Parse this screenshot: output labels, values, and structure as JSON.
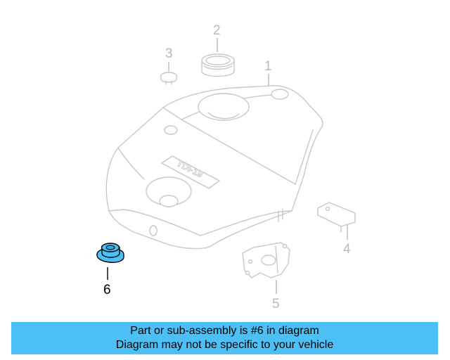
{
  "diagram": {
    "callouts": {
      "c1": "1",
      "c2": "2",
      "c3": "3",
      "c4": "4",
      "c5": "5",
      "c6": "6"
    },
    "emblem_text": "TDI-19",
    "highlight_color": "#4cc0f5",
    "ghost_color": "#c8c8c8"
  },
  "banner": {
    "line1": "Part or sub-assembly is #6 in diagram",
    "line2": "Diagram may not be specific to your vehicle",
    "background": "#4cc0f5"
  }
}
